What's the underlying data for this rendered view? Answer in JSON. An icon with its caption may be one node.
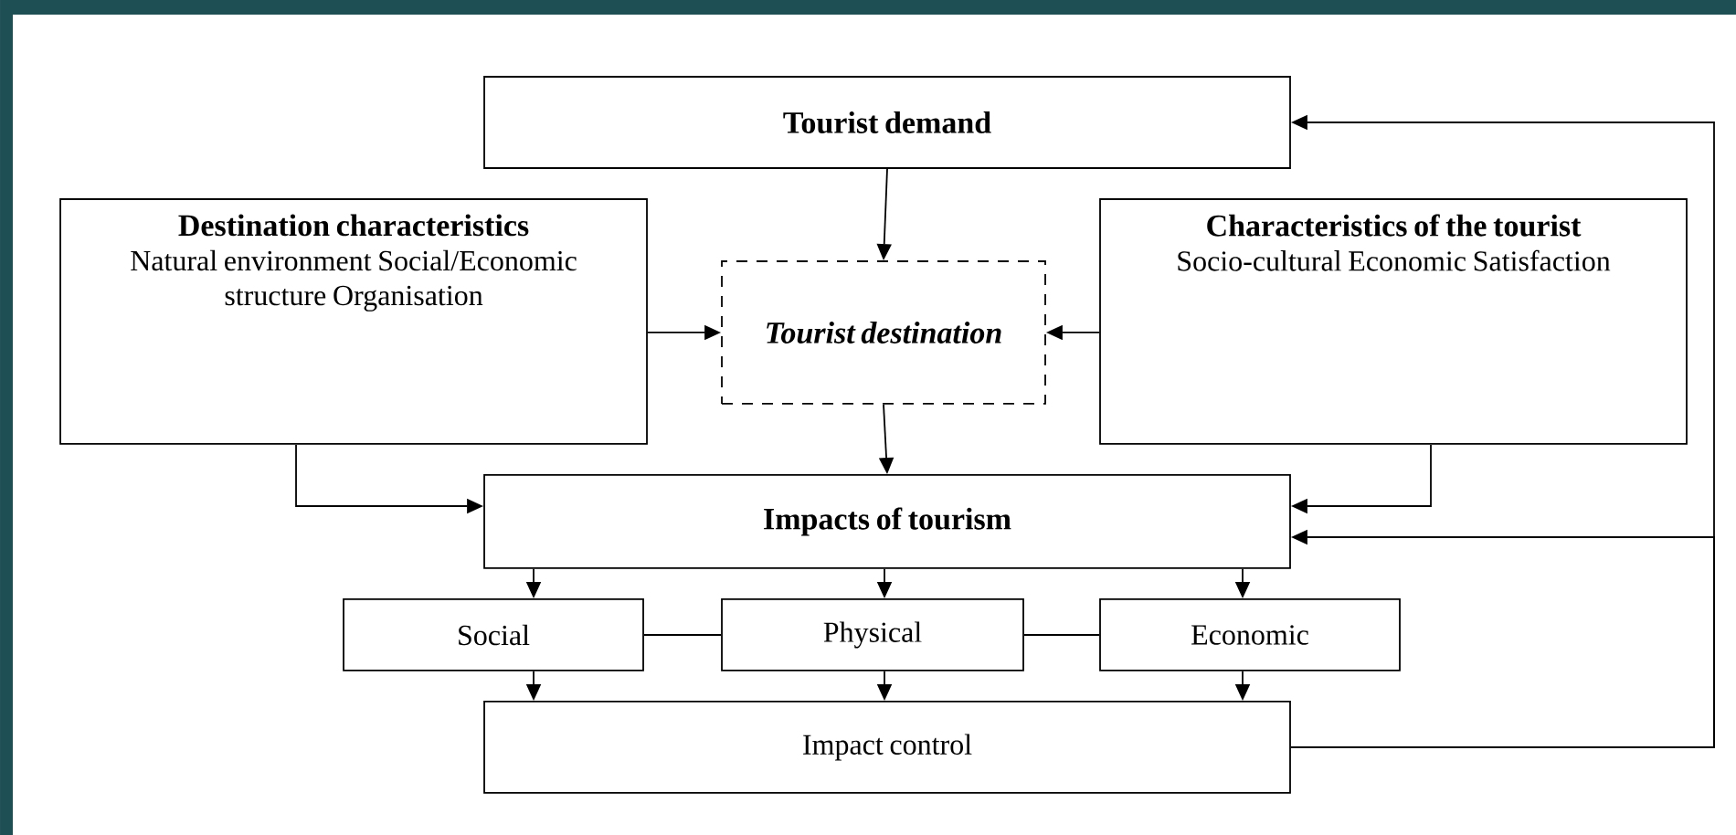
{
  "diagram": {
    "nodes": [
      {
        "text": [
          "Tourist demand"
        ]
      },
      {
        "text": [
          "Destination characteristics",
          "Natural environment Social/Economic structure Organisation"
        ]
      },
      {
        "text": [
          "Tourist destination"
        ]
      },
      {
        "text": [
          "Characteristics of the tourist",
          "Socio-cultural Economic Satisfaction"
        ]
      },
      {
        "text": [
          "Impacts of tourism"
        ]
      },
      {
        "text": [
          "Social"
        ]
      },
      {
        "text": [
          "Physical"
        ]
      },
      {
        "text": [
          "Economic"
        ]
      },
      {
        "text": [
          "Impact control"
        ]
      }
    ],
    "edges": [
      {
        "from": 0,
        "to": 2,
        "arrow": "to"
      },
      {
        "from": 1,
        "to": 2,
        "arrow": "to"
      },
      {
        "from": 3,
        "to": 2,
        "arrow": "to"
      },
      {
        "from": 2,
        "to": 4,
        "arrow": "to"
      },
      {
        "from": 1,
        "to": 4,
        "arrow": "to"
      },
      {
        "from": 3,
        "to": 4,
        "arrow": "to"
      },
      {
        "from": 4,
        "to": 5,
        "arrow": "to"
      },
      {
        "from": 4,
        "to": 6,
        "arrow": "to"
      },
      {
        "from": 4,
        "to": 7,
        "arrow": "to"
      },
      {
        "from": 5,
        "to": 6,
        "arrow": "none"
      },
      {
        "from": 6,
        "to": 7,
        "arrow": "none"
      },
      {
        "from": 5,
        "to": 8,
        "arrow": "to"
      },
      {
        "from": 6,
        "to": 8,
        "arrow": "to"
      },
      {
        "from": 7,
        "to": 8,
        "arrow": "to"
      },
      {
        "from": 8,
        "to": 0,
        "arrow": "to"
      },
      {
        "from": 8,
        "to": 4,
        "arrow": "to"
      }
    ]
  }
}
